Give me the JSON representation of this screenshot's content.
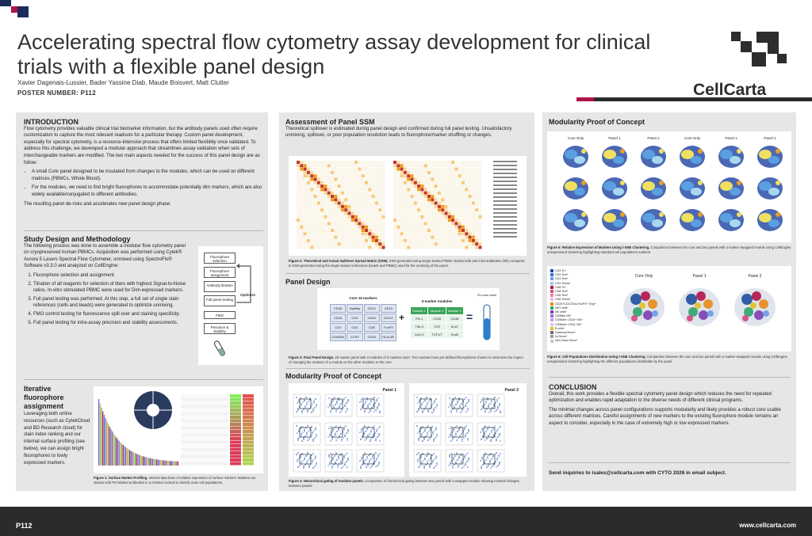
{
  "header": {
    "title": "Accelerating spectral flow cytometry assay development for clinical trials with a flexible panel design",
    "authors": "Xavier Dagenais-Lussier, Bader Yassine Diab, Maude Boisvert, Matt Clutter",
    "poster_number": "POSTER NUMBER: P112",
    "logo_text": "CellCarta"
  },
  "intro": {
    "heading": "INTRODUCTION",
    "p1": "Flow cytometry provides valuable clinical trial biomarker information, but the antibody panels used often require customization to capture the most relevant readouts for a particular therapy. Custom panel development, especially for spectral cytometry, is a resource-intensive process that offers limited flexibility once validated. To address this challenge, we developed a modular approach that streamlines assay validation when sets of interchangeable markers are modified. The two main aspects needed for the success of this panel design are as follow:",
    "b1": "A small Core panel designed to be insulated from changes to the modules, which can be used on different matrices (PBMCs, Whole Blood).",
    "b2": "For the modules, we need to find bright fluorophores to accommodate potentially dim markers, which are also widely available/conjugated to different antibodies.",
    "p2": "The resulting panel de-risks and accelerates new panel design phase."
  },
  "study": {
    "heading": "Study Design and Methodology",
    "p1": "The following process was done to assemble a modular flow cytometry panel on cryopreserved human PBMCs. Acquisition was performed using Cytek® Aurora 5 Lasers Spectral Flow Cytometer, unmixed using SpectroFlo® Software v3.3.0 and analyzed on CellEngine:",
    "steps": [
      "Fluorophore selection and assignment.",
      "Titration of all reagents for selection of titers with highest Signal-to-Noise ratios. In-vitro stimulated PBMC were used for Dim-expressed markers.",
      "Full panel testing was performed. At this step, a full set of single stain references (cells and beads) were generated to optimize unmixing.",
      "FMO control testing for fluorescence spill over and staining specificity.",
      "Full panel testing for intra-assay precision and stability assessments."
    ],
    "flow": [
      "Fluorophore selection",
      "Fluorophore assignment",
      "Antibody titration",
      "Full panel testing",
      "FMO",
      "Precision & Stability"
    ],
    "flow_label": "Optimize"
  },
  "iterative": {
    "heading": "Iterative fluorophore assignment",
    "p1": "Leveraging both online resources (such as CytekCloud and BD Research cloud) for stain index ranking and our internal surface profiling (see below), we can assign bright fluorophores to lowly expressed markers.",
    "caption_bold": "Figure 1: Surface Marker Profiling.",
    "caption": " Internal data base of relative expression of surface markers. Markers are stained with PE-labeled antibodies in a minimal cocktail to identify main cell populations."
  },
  "ssm": {
    "heading": "Assessment of Panel SSM",
    "p1": "Theoretical spillover is estimated during panel design and confirmed during full panel testing. Unsatisfactory unmixing, spillover, or poor population resolution leads to fluorophore/marker shuffling or changes.",
    "caption_bold": "Figure 2: Theoretical and Actual Spillover Spread Matrix (SSM).",
    "caption": " SSM generated using single stained PBMC stained with anti-CD4 antibodies (left) compared to SSM generated using the single stained references (beads and PBMC) used for the unmixing of the panel."
  },
  "panel_design": {
    "heading": "Panel Design",
    "core_title": "Core 15 markers",
    "core": [
      "CD45",
      "Viability",
      "CD14",
      "CD19",
      "CD16",
      "CD3",
      "CD56",
      "CD127",
      "CD3",
      "CD4",
      "CD8",
      "FoxP3",
      "CD45RA",
      "CCR7",
      "CD28",
      "HLA-DR"
    ],
    "module_title": "3-marker modules",
    "modules": [
      "Module 1",
      "Module 2",
      "Module 3",
      "PD-1",
      "CD39",
      "CD38",
      "TIM-3",
      "TCR",
      "Ki-67",
      "LAG-3",
      "TCF1/7",
      "EroB"
    ],
    "tube_label": "25-color stain",
    "caption_bold": "Figure 3: Final Panel Design.",
    "caption": " 25-marker panel with 3 modules of 3 markers each. The modules have pre-defined fluorophores chosen to minimizes the impact of changing the markers of a module on the other modules or the core."
  },
  "modularity_left": {
    "heading": "Modularity Proof of Concept",
    "panel1": "Panel 1",
    "panel2": "Panel 2",
    "caption_bold": "Figure 4: Hierarchical gating of modular panels.",
    "caption": " Comparison of hierarchical gating between two panels with a swapped module showing minimal changes between panels."
  },
  "modularity_right": {
    "heading": "Modularity Proof of Concept",
    "cols": [
      "Core Only",
      "Panel 1",
      "Panel 2",
      "Core Only",
      "Panel 1",
      "Panel 2"
    ],
    "caption5_bold": "Figure 5: Relative Expression of Markers Using t-SNE Clustering.",
    "caption5": " Comparison between the core and two panels with a marker swapped module using CellEngine unsupervised clustering highlighting standard cell populations markers.",
    "legend": [
      "CD4 Tn*",
      "CD4 Tcm*",
      "CD4 Tem*",
      "CD4 Temra*",
      "CD8 Tn*",
      "CD8 Tcm*",
      "CD8 Tem*",
      "CD8 Temra*",
      "CD25+CD127low FoxP3+ Treg*",
      "NKT cells*",
      "NK cells*",
      "CD56bri NK*",
      "CD56dim CD16+ NK*",
      "CD56dim CD16- NK*",
      "B cells*",
      "Classical Mono*",
      "Int Mono*",
      "Non-Class Mono*"
    ],
    "umap_titles": [
      "Core Only",
      "Panel 1",
      "Panel 2"
    ],
    "caption6_bold": "Figure 6: Cell Populations Distribution Using t-SNE Clustering.",
    "caption6": " Comparison between the core and two panels with a marker swapped module using CellEngine unsupervised clustering highlighting the different populations identifiable by the panel."
  },
  "conclusion": {
    "heading": "CONCLUSION",
    "p1": "Overall, this work provides a flexible spectral cytometry panel design which reduces the need for repeated optimization and enables rapid adaptation to the diverse needs of different clinical programs.",
    "p2": "The minimal changes across panel configurations supports modularity and likely provides a robust core usable across different matrices. Careful assignments of new markers to the existing fluorophore module remains an aspect to consider, especially in the case of extremely high or low expressed markers.",
    "inquiry": "Send inquiries to isales@cellcarta.com with CYTO 2026 in email subject."
  },
  "footer": {
    "left": "P112",
    "right": "www.cellcarta.com"
  },
  "colors": {
    "accent": "#b1134a",
    "dark": "#2b2b2b",
    "navy": "#1c2a5a",
    "panel_bg": "#e6e6e6"
  }
}
